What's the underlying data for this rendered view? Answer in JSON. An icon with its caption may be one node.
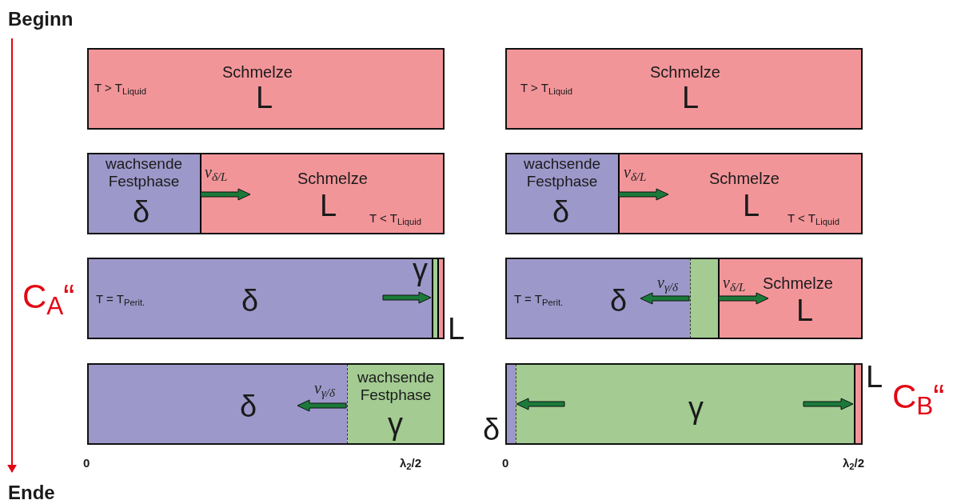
{
  "diagram": {
    "nodes": [
      {
        "text": [
          "Beginn"
        ]
      },
      {
        "text": [
          "Ende"
        ]
      },
      {
        "text": [
          "T > T$_{Liquid}$",
          "Schmelze",
          "L"
        ]
      },
      {
        "text": [
          "T > T$_{Liquid}$",
          "Schmelze",
          "L"
        ]
      },
      {
        "text": [
          "wachsende Festphase",
          "δ"
        ]
      },
      {
        "text": [
          "Schmelze",
          "L",
          "T < T$_{Liquid}$"
        ]
      },
      {
        "text": [
          "wachsende Festphase",
          "δ"
        ]
      },
      {
        "text": [
          "Schmelze",
          "L",
          "T < T$_{Liquid}$"
        ]
      },
      {
        "text": [
          "T = T$_{Perit.}$",
          "δ"
        ]
      },
      {
        "text": [],
        "shape": "bar",
        "beside": [
          "γ"
        ]
      },
      {
        "text": [],
        "shape": "bar",
        "beside": [
          "L"
        ]
      },
      {
        "text": [
          "T = T$_{Perit.}$",
          "δ"
        ]
      },
      {
        "text": [],
        "shape": "bar"
      },
      {
        "text": [
          "Schmelze",
          "L"
        ]
      },
      {
        "text": [
          "δ"
        ]
      },
      {
        "text": [
          "wachsende Festphase",
          "γ"
        ]
      },
      {
        "text": [],
        "shape": "bar",
        "beside": [
          "δ"
        ]
      },
      {
        "text": [
          "γ"
        ]
      },
      {
        "text": [],
        "shape": "bar",
        "beside": [
          "L"
        ]
      }
    ],
    "edges": [
      {
        "from": 0,
        "to": 1,
        "arrow": "to",
        "color": "#e30613"
      }
    ],
    "labels": [
      "v$_{δ/L}$",
      "v$_{δ/L}$",
      "C$_{A}$“",
      "v$_{γ/δ}$",
      "v$_{δ/L}$",
      "v$_{γ/δ}$",
      "C$_{B}$“",
      "0",
      "λ$_{2}$/2",
      "0",
      "λ$_{2}$/2"
    ]
  }
}
